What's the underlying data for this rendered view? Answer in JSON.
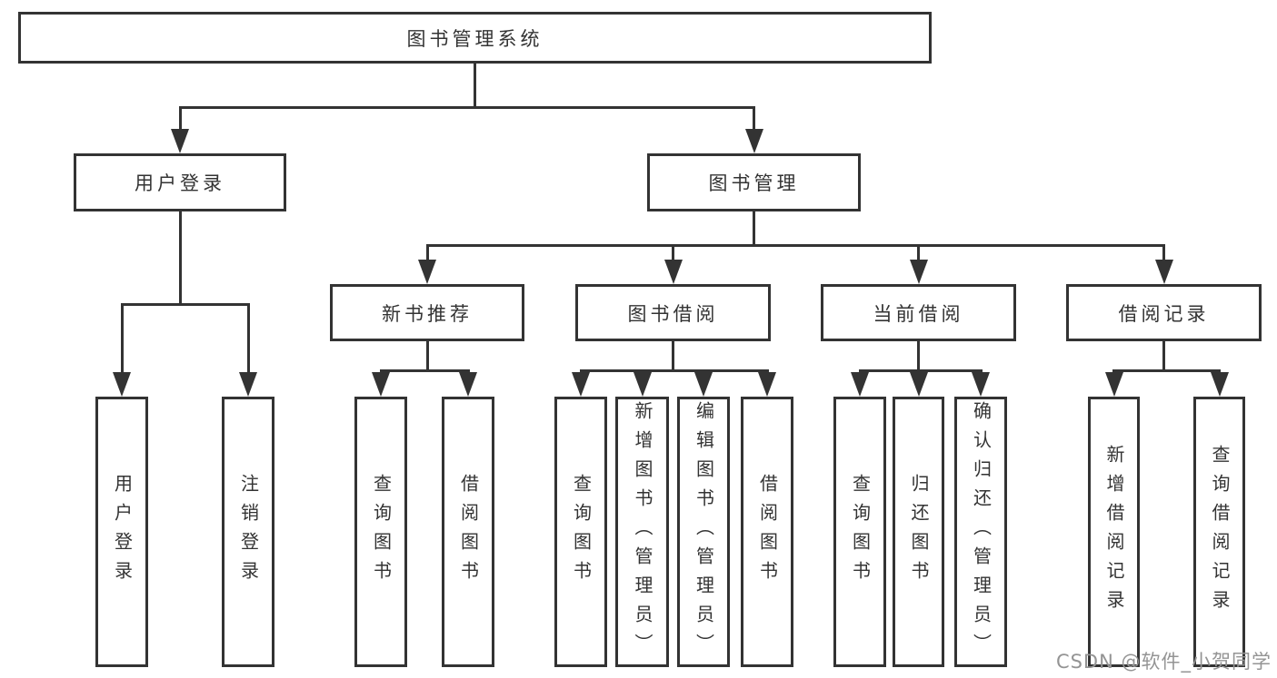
{
  "diagram": {
    "root": {
      "label": "图书管理系统"
    },
    "login_branch": {
      "label": "用户登录",
      "children": [
        {
          "label": "用户登录"
        },
        {
          "label": "注销登录"
        }
      ]
    },
    "mgmt_branch": {
      "label": "图书管理",
      "groups": [
        {
          "label": "新书推荐",
          "children": [
            {
              "label": "查询图书"
            },
            {
              "label": "借阅图书"
            }
          ]
        },
        {
          "label": "图书借阅",
          "children": [
            {
              "label": "查询图书"
            },
            {
              "label": "新增图书（管理员）"
            },
            {
              "label": "编辑图书（管理员）"
            },
            {
              "label": "借阅图书"
            }
          ]
        },
        {
          "label": "当前借阅",
          "children": [
            {
              "label": "查询图书"
            },
            {
              "label": "归还图书"
            },
            {
              "label": "确认归还（管理员）"
            }
          ]
        },
        {
          "label": "借阅记录",
          "children": [
            {
              "label": "新增借阅记录"
            },
            {
              "label": "查询借阅记录"
            }
          ]
        }
      ]
    }
  },
  "watermark": {
    "text": "CSDN @软件_小贺同学"
  },
  "colors": {
    "line": "#333333",
    "text": "#333333",
    "watermark": "#949494",
    "background": "#ffffff"
  }
}
